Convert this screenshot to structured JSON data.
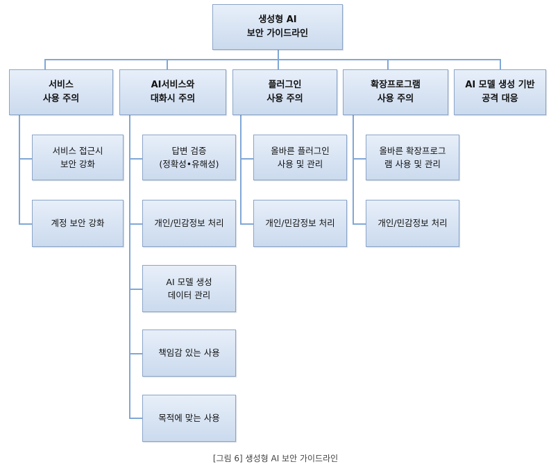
{
  "root": {
    "lines": [
      "생성형 AI",
      "보안 가이드라인"
    ]
  },
  "categories": [
    {
      "lines": [
        "서비스",
        "사용 주의"
      ],
      "children": [
        {
          "lines": [
            "서비스 접근시",
            "보안 강화"
          ]
        },
        {
          "lines": [
            "계정 보안 강화"
          ]
        }
      ]
    },
    {
      "lines": [
        "AI서비스와",
        "대화시 주의"
      ],
      "children": [
        {
          "lines": [
            "답변 검증",
            "(정확성•유해성)"
          ]
        },
        {
          "lines": [
            "개인/민감정보 처리"
          ]
        },
        {
          "lines": [
            "AI 모델 생성",
            "데이터 관리"
          ]
        },
        {
          "lines": [
            "책임감 있는 사용"
          ]
        },
        {
          "lines": [
            "목적에 맞는 사용"
          ]
        }
      ]
    },
    {
      "lines": [
        "플러그인",
        "사용 주의"
      ],
      "children": [
        {
          "lines": [
            "올바른 플러그인",
            "사용 및 관리"
          ]
        },
        {
          "lines": [
            "개인/민감정보 처리"
          ]
        }
      ]
    },
    {
      "lines": [
        "확장프로그램",
        "사용 주의"
      ],
      "children": [
        {
          "lines": [
            "올바른 확장프로그",
            "램 사용 및 관리"
          ]
        },
        {
          "lines": [
            "개인/민감정보 처리"
          ]
        }
      ]
    },
    {
      "lines": [
        "AI 모델 생성 기반",
        "공격 대응"
      ],
      "children": []
    }
  ],
  "caption": "[그림 6] 생성형 AI 보안 가이드라인",
  "colors": {
    "box_top": "#e7eff9",
    "box_bottom": "#cbdaee",
    "box_border": "#8aa4c8",
    "connector": "#7fa7d6"
  }
}
